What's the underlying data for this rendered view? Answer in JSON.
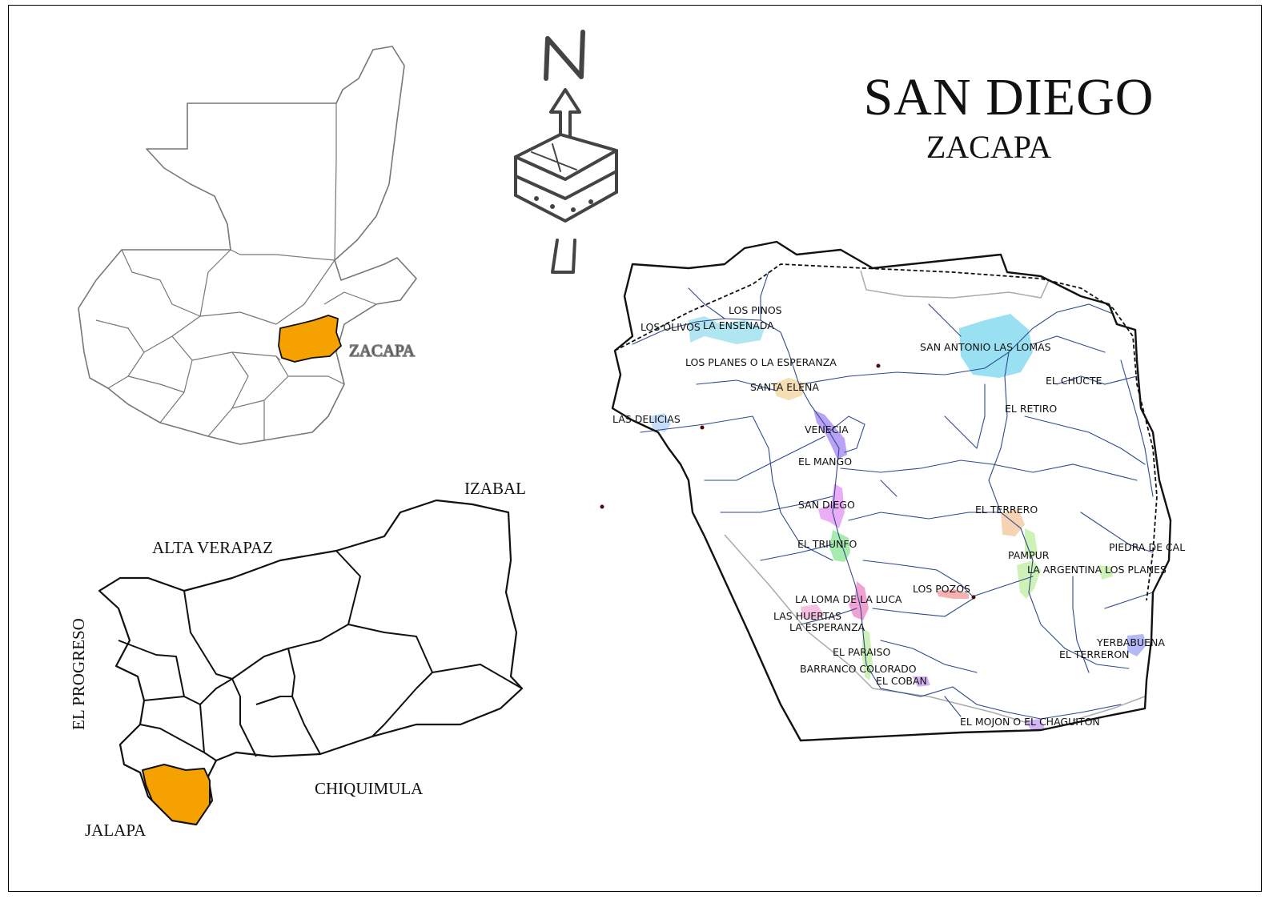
{
  "title": "SAN DIEGO",
  "subtitle": "ZACAPA",
  "colors": {
    "highlight": "#F5A100",
    "national_border": "#777777",
    "department_border": "#111111",
    "rivers": "#2E4A8C",
    "roads": "#AAAAAA"
  },
  "icons": {
    "north_arrow": "north-arrow-icon"
  },
  "north_label": "N",
  "guatemala_map": {
    "highlight_label": "ZACAPA"
  },
  "zacapa_map": {
    "neighbors": {
      "izabal": "IZABAL",
      "alta_verapaz": "ALTA VERAPAZ",
      "el_progreso": "EL PROGRESO",
      "chiquimula": "CHIQUIMULA",
      "jalapa": "JALAPA"
    }
  },
  "municipality_map": {
    "places": [
      "LOS PINOS",
      "LOS OLIVOS",
      "LA ENSENADA",
      "LOS PLANES O LA ESPERANZA",
      "SAN ANTONIO LAS LOMAS",
      "SANTA ELENA",
      "EL CHUCTE",
      "EL RETIRO",
      "LAS DELICIAS",
      "VENECIA",
      "EL MANGO",
      "SAN DIEGO",
      "EL TERRERO",
      "EL TRIUNFO",
      "PAMPUR",
      "PIEDRA DE CAL",
      "LA ARGENTINA LOS PLANES",
      "LOS POZOS",
      "LA LOMA DE LA LUCA",
      "LAS HUERTAS",
      "LA ESPERANZA",
      "YERBABUENA",
      "EL PARAISO",
      "EL TERRERON",
      "BARRANCO COLORADO",
      "EL COBAN",
      "EL MOJON O EL CHAGUITON"
    ]
  }
}
